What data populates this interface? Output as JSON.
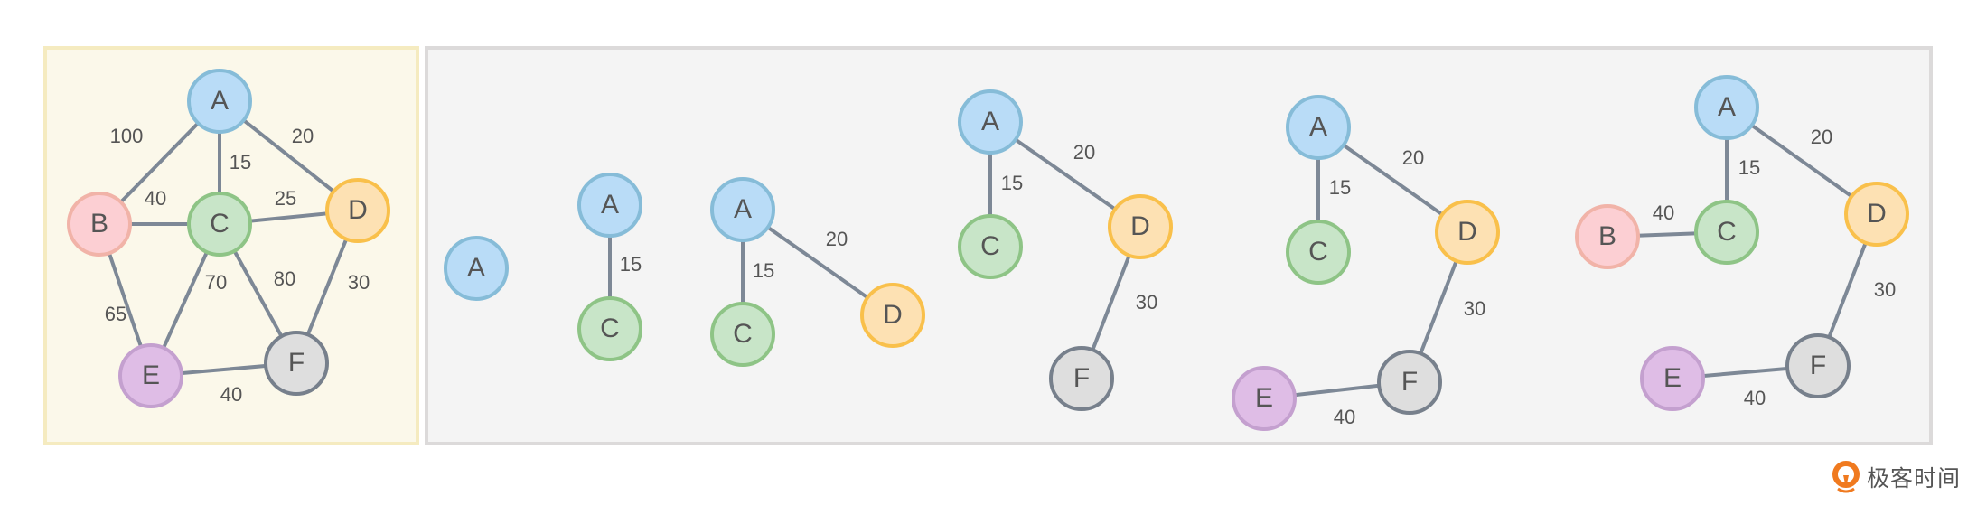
{
  "node_styles": {
    "A": {
      "fill": "#b9dcf7",
      "stroke": "#86bcd8"
    },
    "B": {
      "fill": "#fccfd3",
      "stroke": "#f1b3a8"
    },
    "C": {
      "fill": "#c8e5c8",
      "stroke": "#8ec486"
    },
    "D": {
      "fill": "#fde1b3",
      "stroke": "#f9c04b"
    },
    "E": {
      "fill": "#dfbde6",
      "stroke": "#c4a0cf"
    },
    "F": {
      "fill": "#dedede",
      "stroke": "#77808c"
    }
  },
  "colors": {
    "edge": "#7d8896",
    "text": "#555555",
    "source_panel_bg": "#fbf8ea",
    "source_panel_border": "#f5ebc0",
    "steps_panel_bg": "#f4f4f4",
    "steps_panel_border": "#dcdada"
  },
  "graphs": [
    {
      "name": "source-graph",
      "nodes": [
        "A",
        "B",
        "C",
        "D",
        "E",
        "F"
      ],
      "edges": [
        [
          "A",
          "B",
          100
        ],
        [
          "A",
          "C",
          15
        ],
        [
          "A",
          "D",
          20
        ],
        [
          "B",
          "C",
          40
        ],
        [
          "C",
          "D",
          25
        ],
        [
          "B",
          "E",
          65
        ],
        [
          "C",
          "E",
          70
        ],
        [
          "C",
          "F",
          80
        ],
        [
          "D",
          "F",
          30
        ],
        [
          "E",
          "F",
          40
        ]
      ]
    },
    {
      "name": "step-1",
      "nodes": [
        "A"
      ],
      "edges": []
    },
    {
      "name": "step-2",
      "nodes": [
        "A",
        "C"
      ],
      "edges": [
        [
          "A",
          "C",
          15
        ]
      ]
    },
    {
      "name": "step-3",
      "nodes": [
        "A",
        "C",
        "D"
      ],
      "edges": [
        [
          "A",
          "C",
          15
        ],
        [
          "A",
          "D",
          20
        ]
      ]
    },
    {
      "name": "step-4",
      "nodes": [
        "A",
        "C",
        "D",
        "F"
      ],
      "edges": [
        [
          "A",
          "C",
          15
        ],
        [
          "A",
          "D",
          20
        ],
        [
          "D",
          "F",
          30
        ]
      ]
    },
    {
      "name": "step-5",
      "nodes": [
        "A",
        "C",
        "D",
        "F",
        "E"
      ],
      "edges": [
        [
          "A",
          "C",
          15
        ],
        [
          "A",
          "D",
          20
        ],
        [
          "D",
          "F",
          30
        ],
        [
          "E",
          "F",
          40
        ]
      ]
    },
    {
      "name": "step-6",
      "nodes": [
        "A",
        "B",
        "C",
        "D",
        "E",
        "F"
      ],
      "edges": [
        [
          "A",
          "C",
          15
        ],
        [
          "A",
          "D",
          20
        ],
        [
          "B",
          "C",
          40
        ],
        [
          "D",
          "F",
          30
        ],
        [
          "E",
          "F",
          40
        ]
      ]
    }
  ],
  "logo": {
    "text": "极客时间"
  }
}
